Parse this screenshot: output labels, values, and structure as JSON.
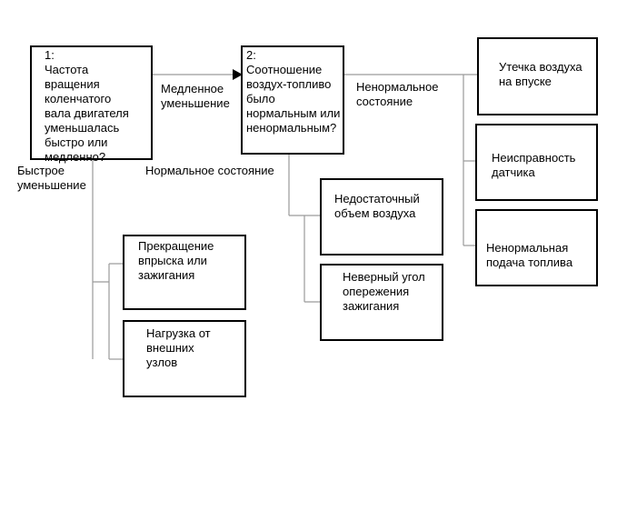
{
  "nodes": {
    "q1": {
      "text": "1:\nЧастота\nвращения\nколенчатого\nвала двигателя\nуменьшалась\nбыстро или\nмедленно?"
    },
    "q2": {
      "text": "2:\nСоотношение\nвоздух-топливо\nбыло\nнормальным или\nненормальным?"
    },
    "intake_leak": {
      "text": "Утечка воздуха\nна впуске"
    },
    "sensor_fault": {
      "text": "Неисправность\nдатчика"
    },
    "fuel_supply": {
      "text": "Ненормальная\nподача топлива"
    },
    "air_volume": {
      "text": "Недостаточный\nобъем воздуха"
    },
    "ignition_timing": {
      "text": "Неверный угол\nопережения\nзажигания"
    },
    "injection_stop": {
      "text": "Прекращение\nвпрыска или\nзажигания"
    },
    "external_load": {
      "text": "Нагрузка от\nвнешних\nузлов"
    }
  },
  "edges": {
    "slow_decrease": "Медленное\nуменьшение",
    "fast_decrease": "Быстрое\nуменьшение",
    "abnormal_state": "Ненормальное\nсостояние",
    "normal_state": "Нормальное состояние"
  }
}
